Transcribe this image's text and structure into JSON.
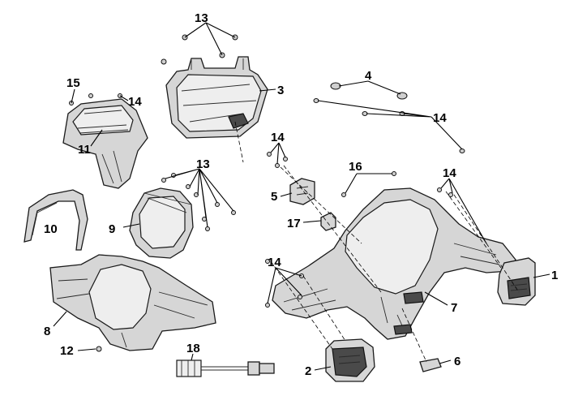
{
  "callouts": {
    "c1": "1",
    "c2": "2",
    "c3": "3",
    "c4": "4",
    "c5": "5",
    "c6": "6",
    "c7": "7",
    "c8": "8",
    "c9": "9",
    "c10": "10",
    "c11": "11",
    "c12": "12",
    "c13a": "13",
    "c13b": "13",
    "c14a": "14",
    "c14b": "14",
    "c14c": "14",
    "c14d": "14",
    "c14e": "14",
    "c15": "15",
    "c16": "16",
    "c17": "17",
    "c18": "18"
  }
}
